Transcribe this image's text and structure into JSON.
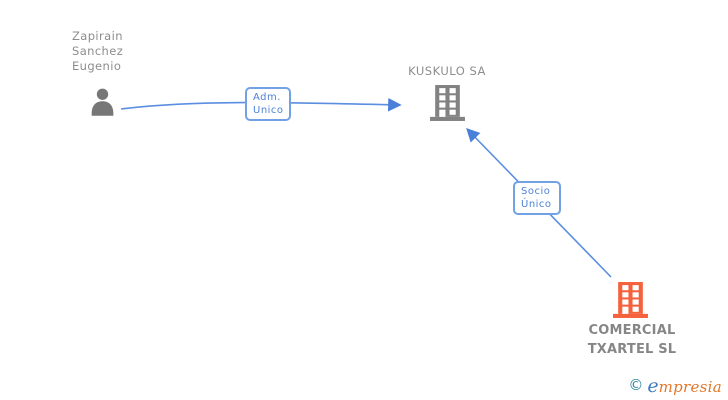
{
  "diagram": {
    "person": {
      "name_lines": [
        "Zapirain",
        "Sanchez",
        "Eugenio"
      ],
      "icon": "person-silhouette-icon"
    },
    "company_main": {
      "name": "KUSKULO SA",
      "icon": "building-icon"
    },
    "company_subsidiary": {
      "name_line1": "COMERCIAL",
      "name_line2": "TXARTEL SL",
      "icon": "building-icon"
    },
    "edges": [
      {
        "from": "Zapirain Sanchez Eugenio",
        "to": "KUSKULO SA",
        "label_line1": "Adm.",
        "label_line2": "Unico"
      },
      {
        "from": "COMERCIAL TXARTEL SL",
        "to": "KUSKULO SA",
        "label_line1": "Socio",
        "label_line2": "Único"
      }
    ],
    "colors": {
      "edge_blue": "#5b8de0",
      "arrowhead_blue": "#4a80d9",
      "label_border_blue": "#73a1e6",
      "label_text_blue": "#4d82d6",
      "gray_text": "#8d8d8d",
      "gray_icon": "#828282",
      "orange_icon": "#f4613c"
    }
  },
  "footer": {
    "copyright_symbol": "©",
    "logo_first_letter": "e",
    "logo_rest": "mpresia"
  }
}
